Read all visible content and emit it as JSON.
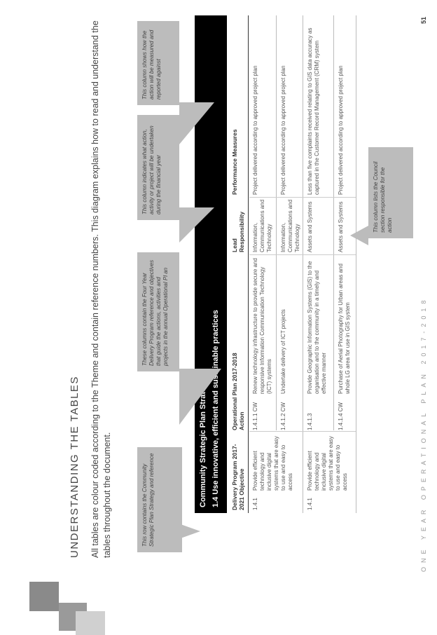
{
  "heading": "UNDERSTANDING THE TABLES",
  "intro": "All tables are colour coded according to the Theme and contain reference numbers. This diagram explains how to read and understand the tables throughout the document.",
  "table": {
    "strategy_title": "Community Strategic Plan Strategy",
    "strategy_sub": "1.4 Use innovative, efficient and sustainable practices",
    "col1": "Delivery Program 2017-2021 Objective",
    "col2": "Operational Plan 2017-2018 Action",
    "col3": "Lead Responsibility",
    "col4": "Performance Measures",
    "rows": [
      {
        "obj_ref": "1.4.1",
        "obj": "Provide efficient technology and inclusive digital systems that are easy to use and easy to access",
        "act_ref": "1.4.1.1 CW",
        "act": "Renew technology infrastructure to provide secure and responsive Information Communication Technology (ICT) systems",
        "lead": "Information, Communications and Technology",
        "measure": "Project delivered according to approved project plan"
      },
      {
        "obj_ref": "",
        "obj": "",
        "act_ref": "1.4.1.2 CW",
        "act": "Undertake delivery of ICT projects",
        "lead": "Information, Communications and Technology",
        "measure": "Project delivered according to approved project plan"
      },
      {
        "obj_ref": "1.4.1",
        "obj": "Provide efficient technology and inclusive digital systems that are easy to use and easy to access",
        "act_ref": "1.4.1.3",
        "act": "Provide Geographic Information Systems (GIS) to the organisation and to the community in a timely and effective manner",
        "lead": "Assets and Systems",
        "measure": "Less than five complaints received relating to GIS data accuracy as captured in the Customer Record Management (CRM) system"
      },
      {
        "obj_ref": "",
        "obj": "",
        "act_ref": "1.4.1.4 CW",
        "act": "Purchase of Aerial Photography for Urban areas and whole LG area for use in GIS system",
        "lead": "Assets and Systems",
        "measure": "Project delivered according to approved project plan"
      }
    ]
  },
  "callouts": {
    "row": "This row contains the Community Strategic Plan Strategy and reference",
    "cols": "These columns contain the Four Year Delivery Program reference and objectives that guide the actions, activities and projects in the annual Operational Pl an",
    "action": "This column indicates what action, activity or project will be undertaken during the financial year",
    "measure": "This column shows how the action will be measured and reported against",
    "lead": "This column lists the Council section responsible for the action"
  },
  "footer": "ONE YEAR OPERATIONAL PLAN 2017-2018",
  "page_number": "51"
}
